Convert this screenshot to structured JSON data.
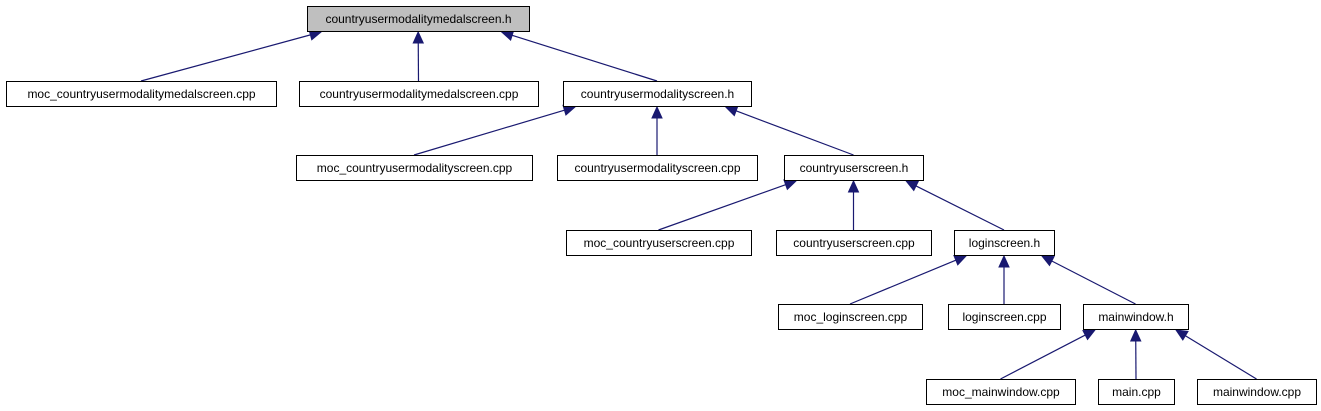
{
  "nodes": [
    {
      "id": "root",
      "label": "countryusermodalitymedalscreen.h"
    },
    {
      "id": "moc_cumms",
      "label": "moc_countryusermodalitymedalscreen.cpp"
    },
    {
      "id": "cumms_cpp",
      "label": "countryusermodalitymedalscreen.cpp"
    },
    {
      "id": "cums_h",
      "label": "countryusermodalityscreen.h"
    },
    {
      "id": "moc_cums",
      "label": "moc_countryusermodalityscreen.cpp"
    },
    {
      "id": "cums_cpp",
      "label": "countryusermodalityscreen.cpp"
    },
    {
      "id": "cus_h",
      "label": "countryuserscreen.h"
    },
    {
      "id": "moc_cus",
      "label": "moc_countryuserscreen.cpp"
    },
    {
      "id": "cus_cpp",
      "label": "countryuserscreen.cpp"
    },
    {
      "id": "login_h",
      "label": "loginscreen.h"
    },
    {
      "id": "moc_login",
      "label": "moc_loginscreen.cpp"
    },
    {
      "id": "login_cpp",
      "label": "loginscreen.cpp"
    },
    {
      "id": "mw_h",
      "label": "mainwindow.h"
    },
    {
      "id": "moc_mw",
      "label": "moc_mainwindow.cpp"
    },
    {
      "id": "main_cpp",
      "label": "main.cpp"
    },
    {
      "id": "mw_cpp",
      "label": "mainwindow.cpp"
    }
  ],
  "edges": [
    {
      "from": "moc_cumms",
      "to": "root"
    },
    {
      "from": "cumms_cpp",
      "to": "root"
    },
    {
      "from": "cums_h",
      "to": "root"
    },
    {
      "from": "moc_cums",
      "to": "cums_h"
    },
    {
      "from": "cums_cpp",
      "to": "cums_h"
    },
    {
      "from": "cus_h",
      "to": "cums_h"
    },
    {
      "from": "moc_cus",
      "to": "cus_h"
    },
    {
      "from": "cus_cpp",
      "to": "cus_h"
    },
    {
      "from": "login_h",
      "to": "cus_h"
    },
    {
      "from": "moc_login",
      "to": "login_h"
    },
    {
      "from": "login_cpp",
      "to": "login_h"
    },
    {
      "from": "mw_h",
      "to": "login_h"
    },
    {
      "from": "moc_mw",
      "to": "mw_h"
    },
    {
      "from": "main_cpp",
      "to": "mw_h"
    },
    {
      "from": "mw_cpp",
      "to": "mw_h"
    }
  ],
  "colors": {
    "edge": "#191970",
    "root_fill": "#bfbfbf",
    "node_fill": "#ffffff",
    "border": "#000000"
  }
}
